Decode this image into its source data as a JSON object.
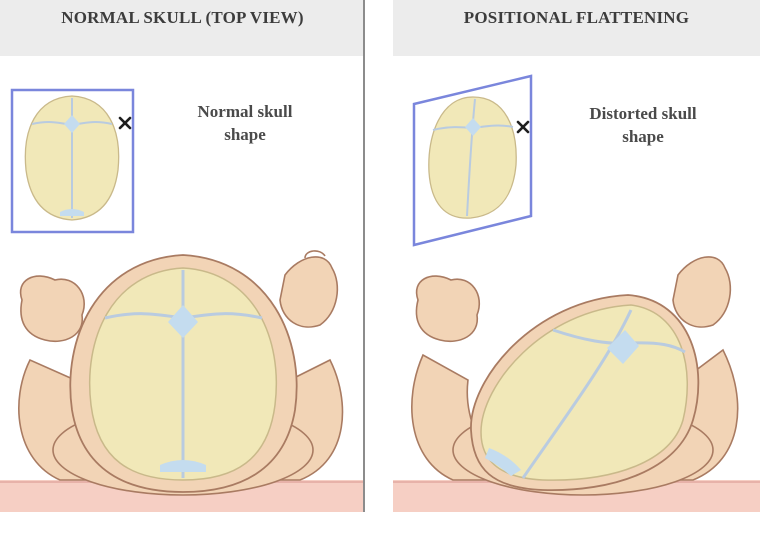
{
  "panels": {
    "normal": {
      "title": "NORMAL SKULL (TOP VIEW)",
      "label": "Normal skull\nshape",
      "marker": "cross-icon"
    },
    "flattened": {
      "title": "POSITIONAL FLATTENING",
      "label": "Distorted skull\nshape",
      "marker": "cross-icon"
    }
  },
  "colors": {
    "header_bg": "#ececec",
    "skin": "#f2d4b6",
    "skin_outline": "#a97b62",
    "bone": "#f1e8b8",
    "fontanelle": "#c4dcef",
    "frame": "#7a86dc",
    "surface": "#f6cfc4"
  }
}
